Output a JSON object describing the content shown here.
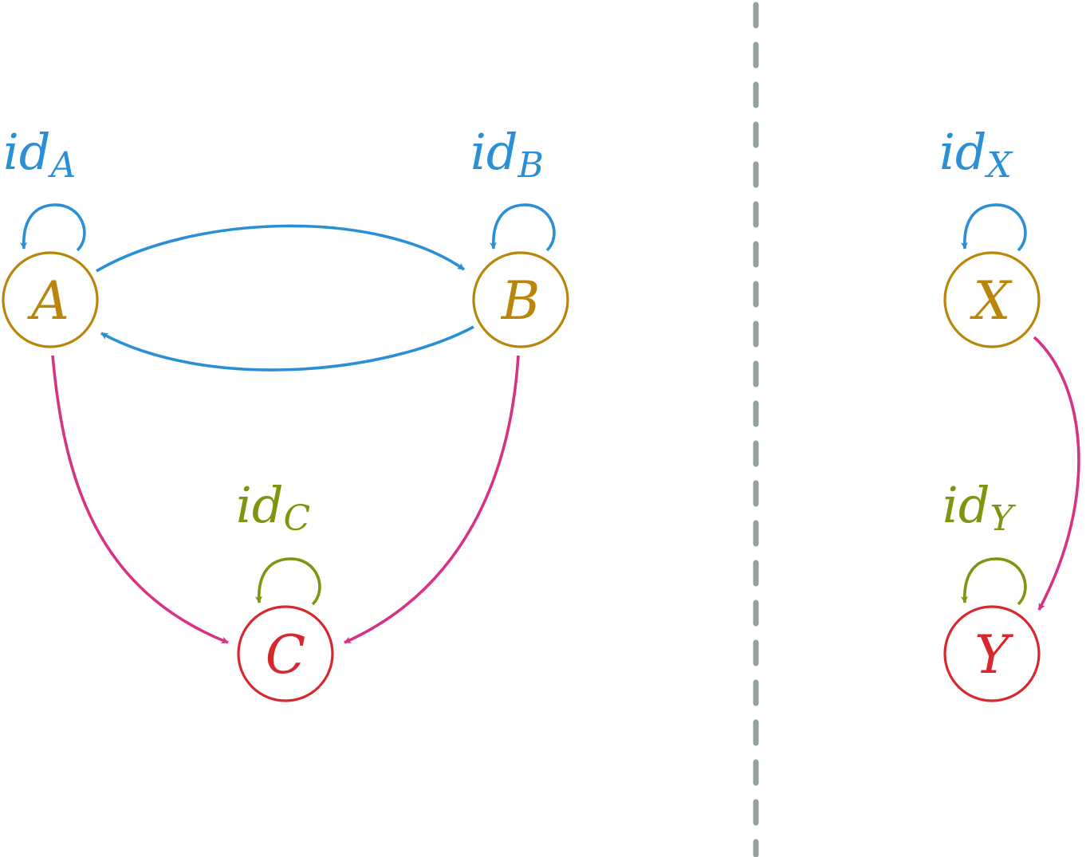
{
  "colors": {
    "object_top": "#b8860b",
    "object_bottom": "#d7282f",
    "id_blue": "#2b8fd6",
    "id_green": "#7d9510",
    "morphism_blue": "#2b8fd6",
    "morphism_pink": "#d63384",
    "divider": "#93a1a1"
  },
  "left": {
    "nodes": {
      "A": {
        "label": "A",
        "id_base": "id",
        "id_sub": "A"
      },
      "B": {
        "label": "B",
        "id_base": "id",
        "id_sub": "B"
      },
      "C": {
        "label": "C",
        "id_base": "id",
        "id_sub": "C"
      }
    }
  },
  "right": {
    "nodes": {
      "X": {
        "label": "X",
        "id_base": "id",
        "id_sub": "X"
      },
      "Y": {
        "label": "Y",
        "id_base": "id",
        "id_sub": "Y"
      }
    }
  }
}
